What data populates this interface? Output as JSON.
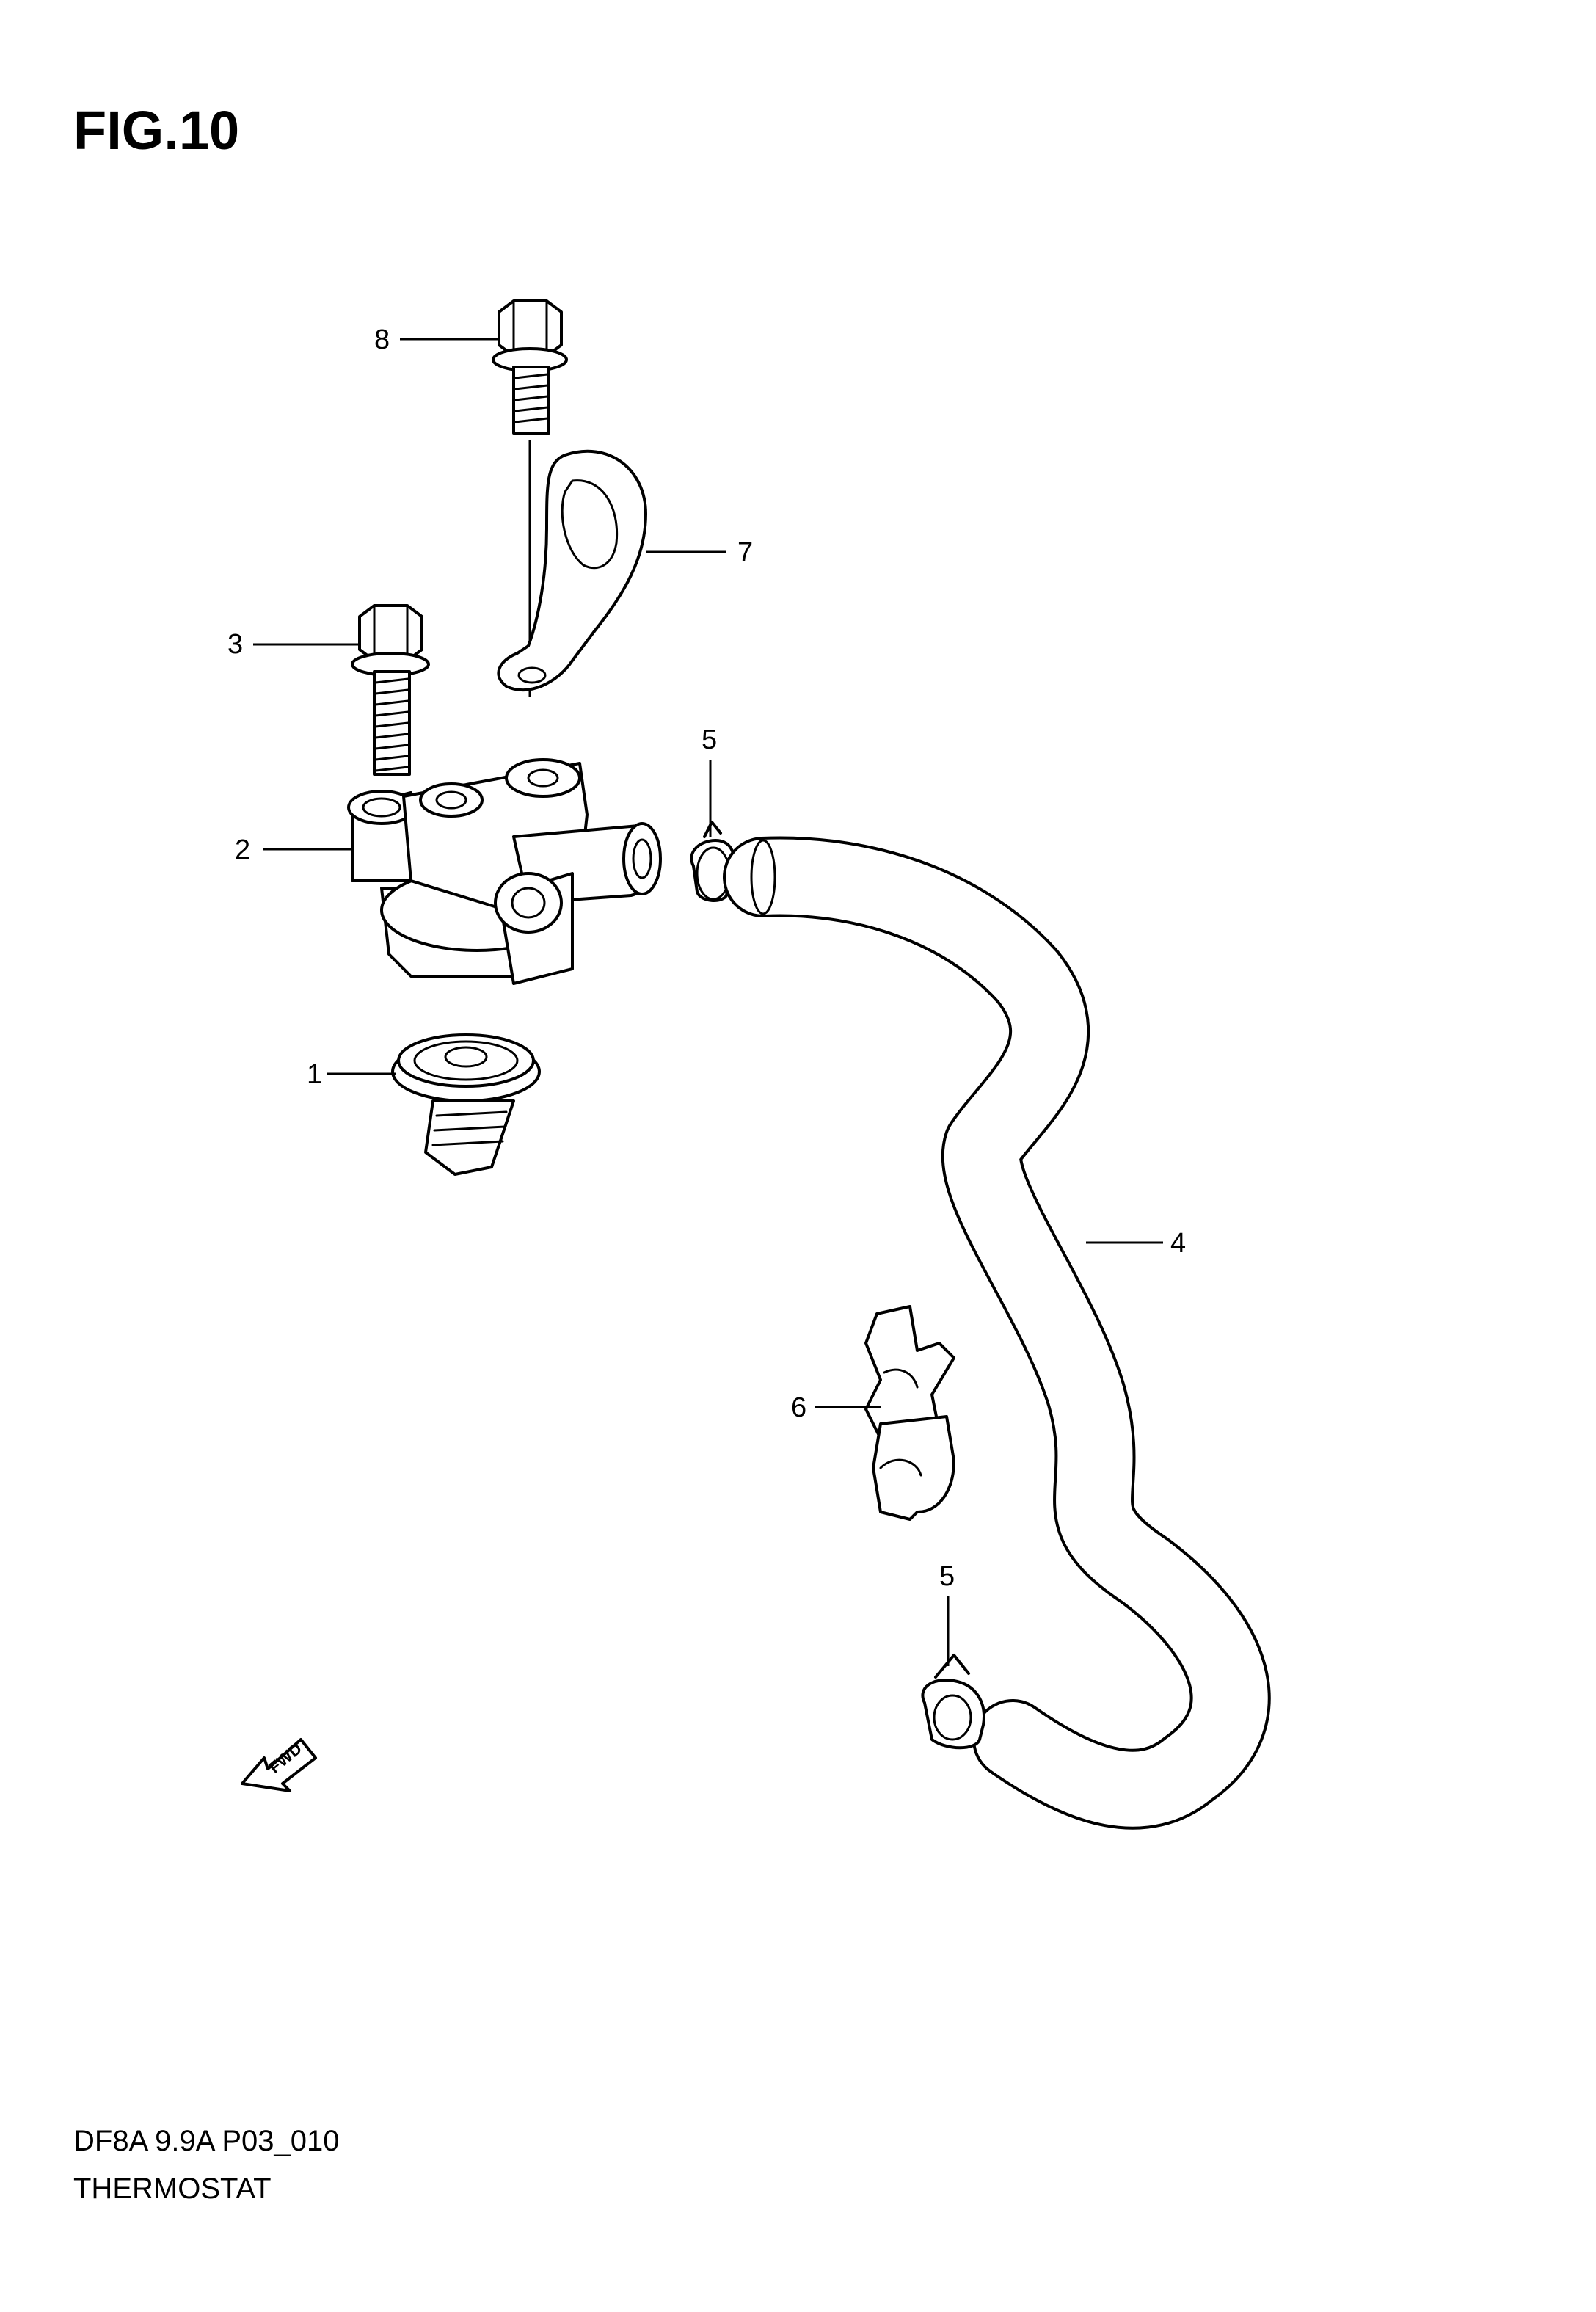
{
  "figure": {
    "title": "FIG.10"
  },
  "caption": {
    "code": "DF8A 9.9A P03_010",
    "name": "THERMOSTAT"
  },
  "direction_marker": {
    "text": "FWD",
    "icon": "fwd-arrow-icon"
  },
  "parts": [
    {
      "ref": "1",
      "name": "thermostat"
    },
    {
      "ref": "2",
      "name": "thermostat-cover"
    },
    {
      "ref": "3",
      "name": "cover-bolt"
    },
    {
      "ref": "4",
      "name": "water-hose"
    },
    {
      "ref": "5",
      "name": "hose-clip-upper"
    },
    {
      "ref": "5",
      "name": "hose-clip-lower"
    },
    {
      "ref": "6",
      "name": "hose-clamp"
    },
    {
      "ref": "7",
      "name": "bracket"
    },
    {
      "ref": "8",
      "name": "bracket-bolt"
    }
  ]
}
